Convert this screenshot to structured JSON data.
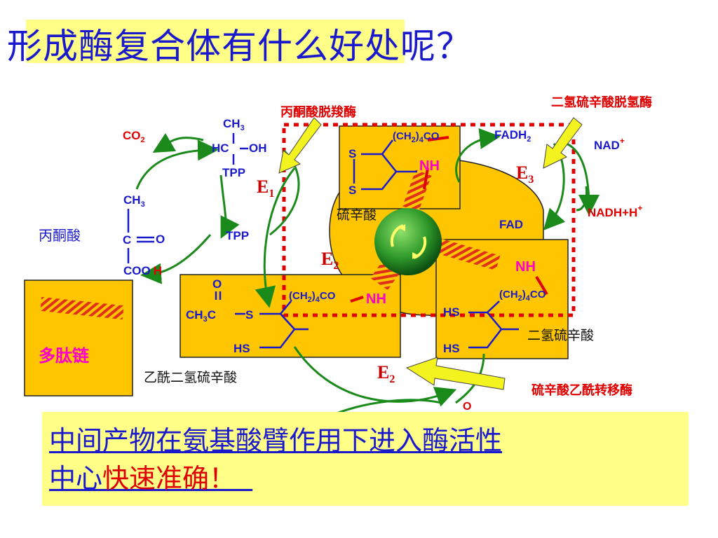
{
  "title": {
    "part1": "形成酶复合体有什么",
    "part2": "好处呢？"
  },
  "enzymes": {
    "pyruvate_decarboxylase": "丙酮酸脱羧酶",
    "dihydrolipoyl_dehydrogenase": "二氢硫辛酸脱氢酶",
    "transacetylase": "硫辛酸乙酰转移酶"
  },
  "enzyme_labels": {
    "e": "E",
    "e1_sub": "1",
    "e2_sub": "2",
    "e3_sub": "3"
  },
  "molecules": {
    "pyruvate_name": "丙酮酸",
    "co2": "CO",
    "co2_sub": "2",
    "ch3": "CH",
    "ch3_sub": "3",
    "c": "C",
    "o": "O",
    "coo": "COO",
    "h": "H",
    "hc": "HC",
    "oh": "OH",
    "tpp": "TPP",
    "ch2_open": "(CH",
    "ch2_sub": "2",
    "ch2_close": ")",
    "four": "4",
    "co": "CO",
    "s": "S",
    "hs": "HS",
    "nh": "NH",
    "lipoic_name": "硫辛酸",
    "acetyl_name": "乙酰二氢硫辛酸",
    "dihydrolipoic_name": "二氢硫辛酸",
    "ch3c": "CH",
    "ch3c_sub": "3",
    "ch3c_c": "C",
    "fadh": "FADH",
    "fadh_sub": "2",
    "fad": "FAD",
    "nad": "NAD",
    "plus": "+",
    "nadh": "NADH+H"
  },
  "polypeptide": "多肽链",
  "bottom": {
    "line1": "中间产物在氨基酸臂作用下进入酶活性",
    "line2_a": "中心",
    "line2_b": "快速准确！"
  },
  "colors": {
    "title_blue": "#1a1acc",
    "box_gold": "#ffc600",
    "highlight": "#ffff88",
    "red": "#e00000",
    "arrow_green": "#1a8a1a",
    "pointer_yellow": "#f3f320"
  }
}
